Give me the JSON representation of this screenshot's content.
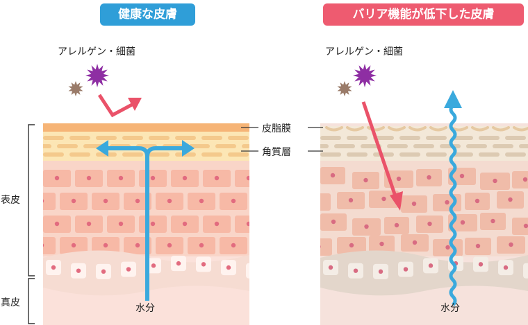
{
  "left_panel": {
    "title": "健康な皮膚",
    "allergen_label": "アレルゲン・細菌",
    "water_label": "水分",
    "title_color": "#2f9ed8"
  },
  "right_panel": {
    "title": "バリア機能が低下した皮膚",
    "allergen_label": "アレルゲン・細菌",
    "water_label": "水分",
    "title_color": "#ee5b70"
  },
  "layer_labels": {
    "sebum": "皮脂膜",
    "stratum_corneum": "角質層",
    "epidermis": "表皮",
    "dermis": "真皮"
  },
  "icons": [
    "allergen-large-icon",
    "bacteria-small-icon",
    "water-arrow-icon",
    "deflect-arrow-icon",
    "penetrate-arrow-icon"
  ]
}
